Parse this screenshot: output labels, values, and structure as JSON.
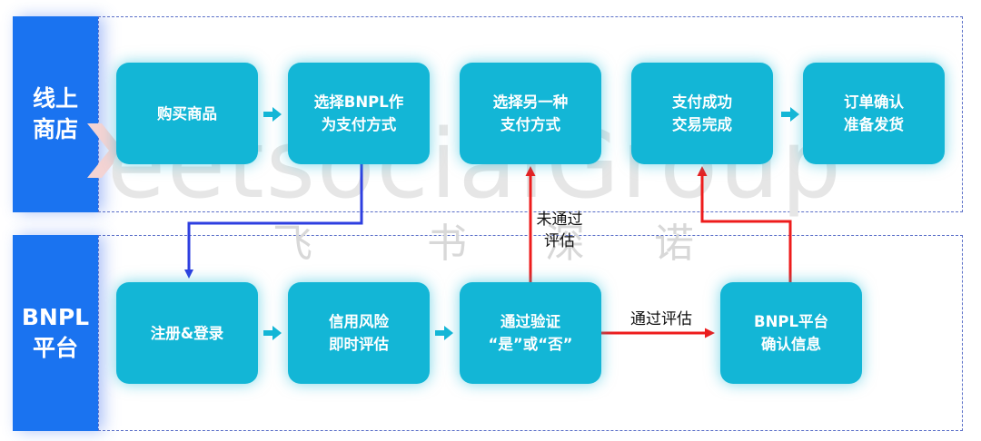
{
  "lanes": {
    "online_store": "线上\n商店",
    "bnpl_platform": "BNPL\n平台"
  },
  "steps": {
    "buy": "购买商品",
    "choose_bnpl": "选择BNPL作\n为支付方式",
    "choose_other": "选择另一种\n支付方式",
    "pay_success": "支付成功\n交易完成",
    "order_confirm": "订单确认\n准备发货",
    "register": "注册&登录",
    "credit_risk": "信用风险\n即时评估",
    "verify": "通过验证\n“是”或“否”",
    "bnpl_confirm": "BNPL平台\n确认信息"
  },
  "flow_labels": {
    "not_passed": "未通过\n评估",
    "passed": "通过评估"
  },
  "watermark": {
    "main": "eetsocialGroup",
    "sub_chars": [
      "飞",
      "书",
      "深",
      "诺"
    ]
  },
  "colors": {
    "lane_label": "#1a73f0",
    "step_box": "#13b6d6",
    "chevron": "#13b6d6",
    "blue_arrow": "#2e3fe0",
    "red_arrow": "#ee1c1c",
    "dashed_border": "#5a6fc8"
  }
}
